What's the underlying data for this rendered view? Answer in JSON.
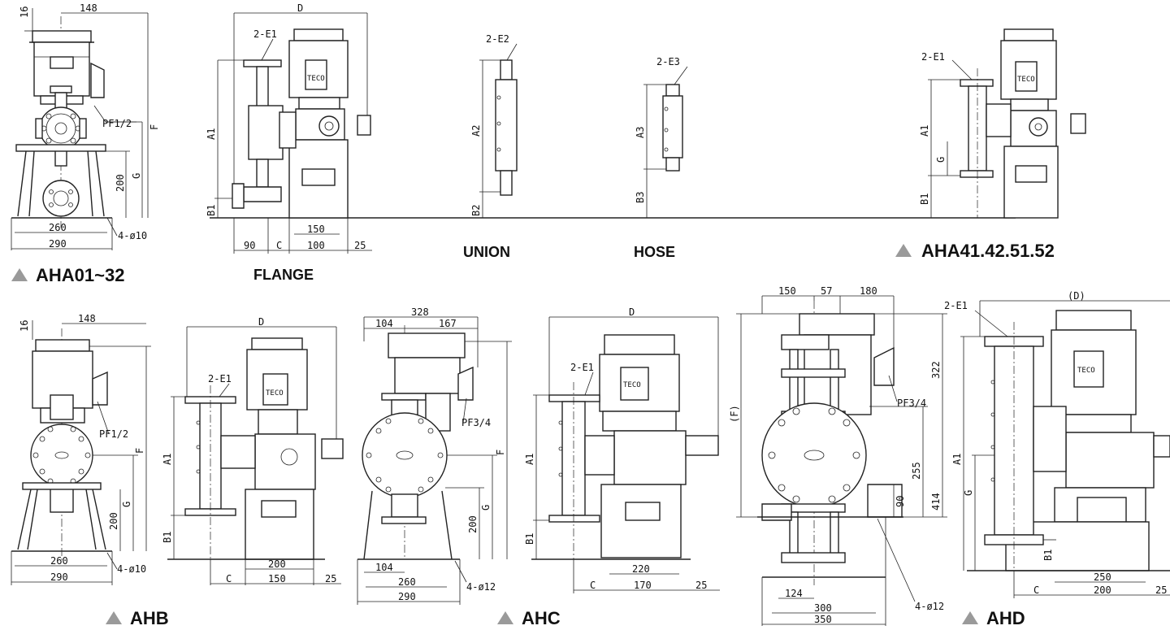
{
  "captions": {
    "aha01": "AHA01~32",
    "aha41": "AHA41.42.51.52",
    "ahb": "AHB",
    "ahc": "AHC",
    "ahd": "AHD",
    "flange": "FLANGE",
    "union": "UNION",
    "hose": "HOSE"
  },
  "dims": {
    "d16a": "16",
    "d148a": "148",
    "pf12a": "PF1/2",
    "fa": "F",
    "ga": "G",
    "d200a": "200",
    "d260a": "260",
    "d290a": "290",
    "hole10a": "4-ø10",
    "Da": "D",
    "e1a": "2-E1",
    "a1a": "A1",
    "b1a": "B1",
    "d150a": "150",
    "d90a": "90",
    "ca": "C",
    "d100a": "100",
    "d25a": "25",
    "e2": "2-E2",
    "a2": "A2",
    "b2": "B2",
    "e3": "2-E3",
    "a3": "A3",
    "b3": "B3",
    "e1b": "2-E1",
    "a1b": "A1",
    "gb": "G",
    "b1b": "B1",
    "d16b": "16",
    "d148b": "148",
    "pf12b": "PF1/2",
    "fb": "F",
    "gc": "G",
    "d200b": "200",
    "d260b": "260",
    "d290b": "290",
    "hole10b": "4-ø10",
    "Db": "D",
    "e1c": "2-E1",
    "a1c": "A1",
    "b1c": "B1",
    "d200c": "200",
    "cb": "C",
    "d150b": "150",
    "d25b": "25",
    "d328": "328",
    "d104a": "104",
    "d167": "167",
    "pf34a": "PF3/4",
    "fc": "F",
    "gd": "G",
    "d200d": "200",
    "d104b": "104",
    "d260c": "260",
    "d290c": "290",
    "hole12a": "4-ø12",
    "Dc": "D",
    "e1d": "2-E1",
    "a1d": "A1",
    "b1d": "B1",
    "d220": "220",
    "cc": "C",
    "d170": "170",
    "d25c": "25",
    "d150c": "150",
    "d57": "57",
    "d180": "180",
    "fparen": "(F)",
    "d322": "322",
    "pf34b": "PF3/4",
    "d255": "255",
    "d90b": "90",
    "d414": "414",
    "d124": "124",
    "d300": "300",
    "d350": "350",
    "hole12b": "4-ø12",
    "Dparen": "(D)",
    "e1e": "2-E1",
    "a1e": "A1",
    "ge": "G",
    "b1e": "B1",
    "cd": "C",
    "d250": "250",
    "d200e": "200",
    "d25d": "25"
  },
  "nameplate": {
    "brand": "TECO"
  }
}
